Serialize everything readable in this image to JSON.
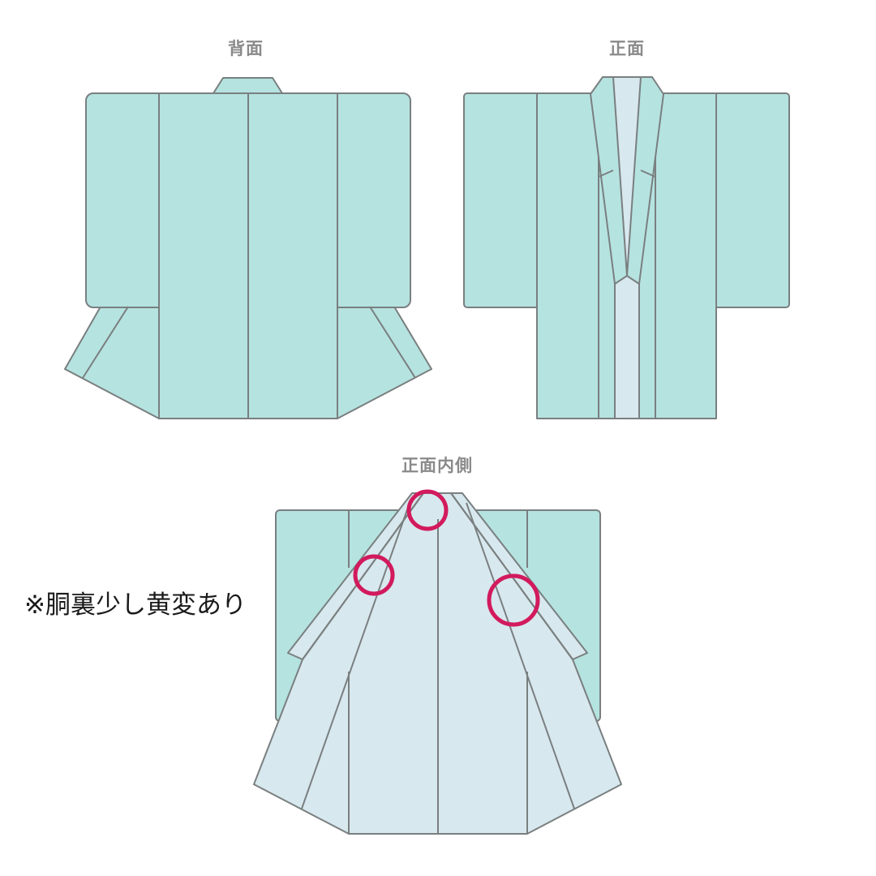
{
  "labels": {
    "back": "背面",
    "front": "正面",
    "inner": "正面内側"
  },
  "note": "※胴裏少し黄変あり",
  "colors": {
    "outer_fabric": "#b5e3e0",
    "lining": "#d7e8ee",
    "outline": "#7a7f80",
    "label_text": "#8a8a8a",
    "note_text": "#1a1a1a",
    "defect_marker": "#d21a5d"
  },
  "defect_markers": [
    {
      "name": "collar-center-yellowing"
    },
    {
      "name": "left-lining-yellowing"
    },
    {
      "name": "right-lining-yellowing"
    }
  ]
}
